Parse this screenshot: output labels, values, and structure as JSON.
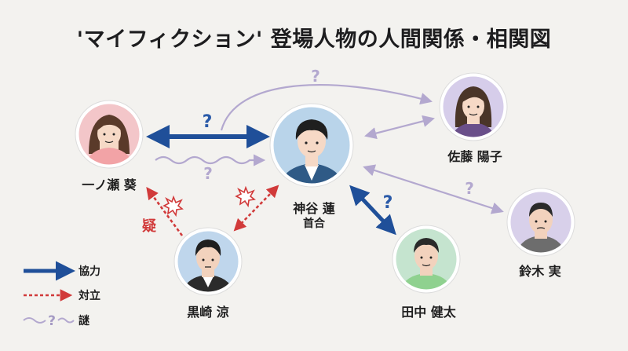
{
  "title": "'マイフィクション' 登場人物の人間関係・相関図",
  "characters": {
    "ichinose": {
      "name": "一ノ瀬 葵"
    },
    "kamiya": {
      "name": "神谷 蓮",
      "subtitle": "首合"
    },
    "sato": {
      "name": "佐藤 陽子"
    },
    "suzuki": {
      "name": "鈴木 実"
    },
    "kurosaki": {
      "name": "黒崎 涼"
    },
    "tanaka": {
      "name": "田中 健太"
    }
  },
  "relation_marks": {
    "question": "?",
    "doubt": "疑"
  },
  "legend": {
    "cooperation": "協力",
    "conflict": "対立",
    "mystery": "謎",
    "mystery_symbol": "?"
  },
  "colors": {
    "cooperation": "#1f4f99",
    "conflict": "#d13a3a",
    "mystery": "#b3a8cf",
    "question_blue": "#2a5aa8"
  },
  "avatar_colors": {
    "ichinose": "#f3c6c9",
    "kamiya": "#b9d4ea",
    "sato": "#d6cdea",
    "suzuki": "#d8d0ea",
    "kurosaki": "#bfd6ec",
    "tanaka": "#c5e4cf"
  }
}
